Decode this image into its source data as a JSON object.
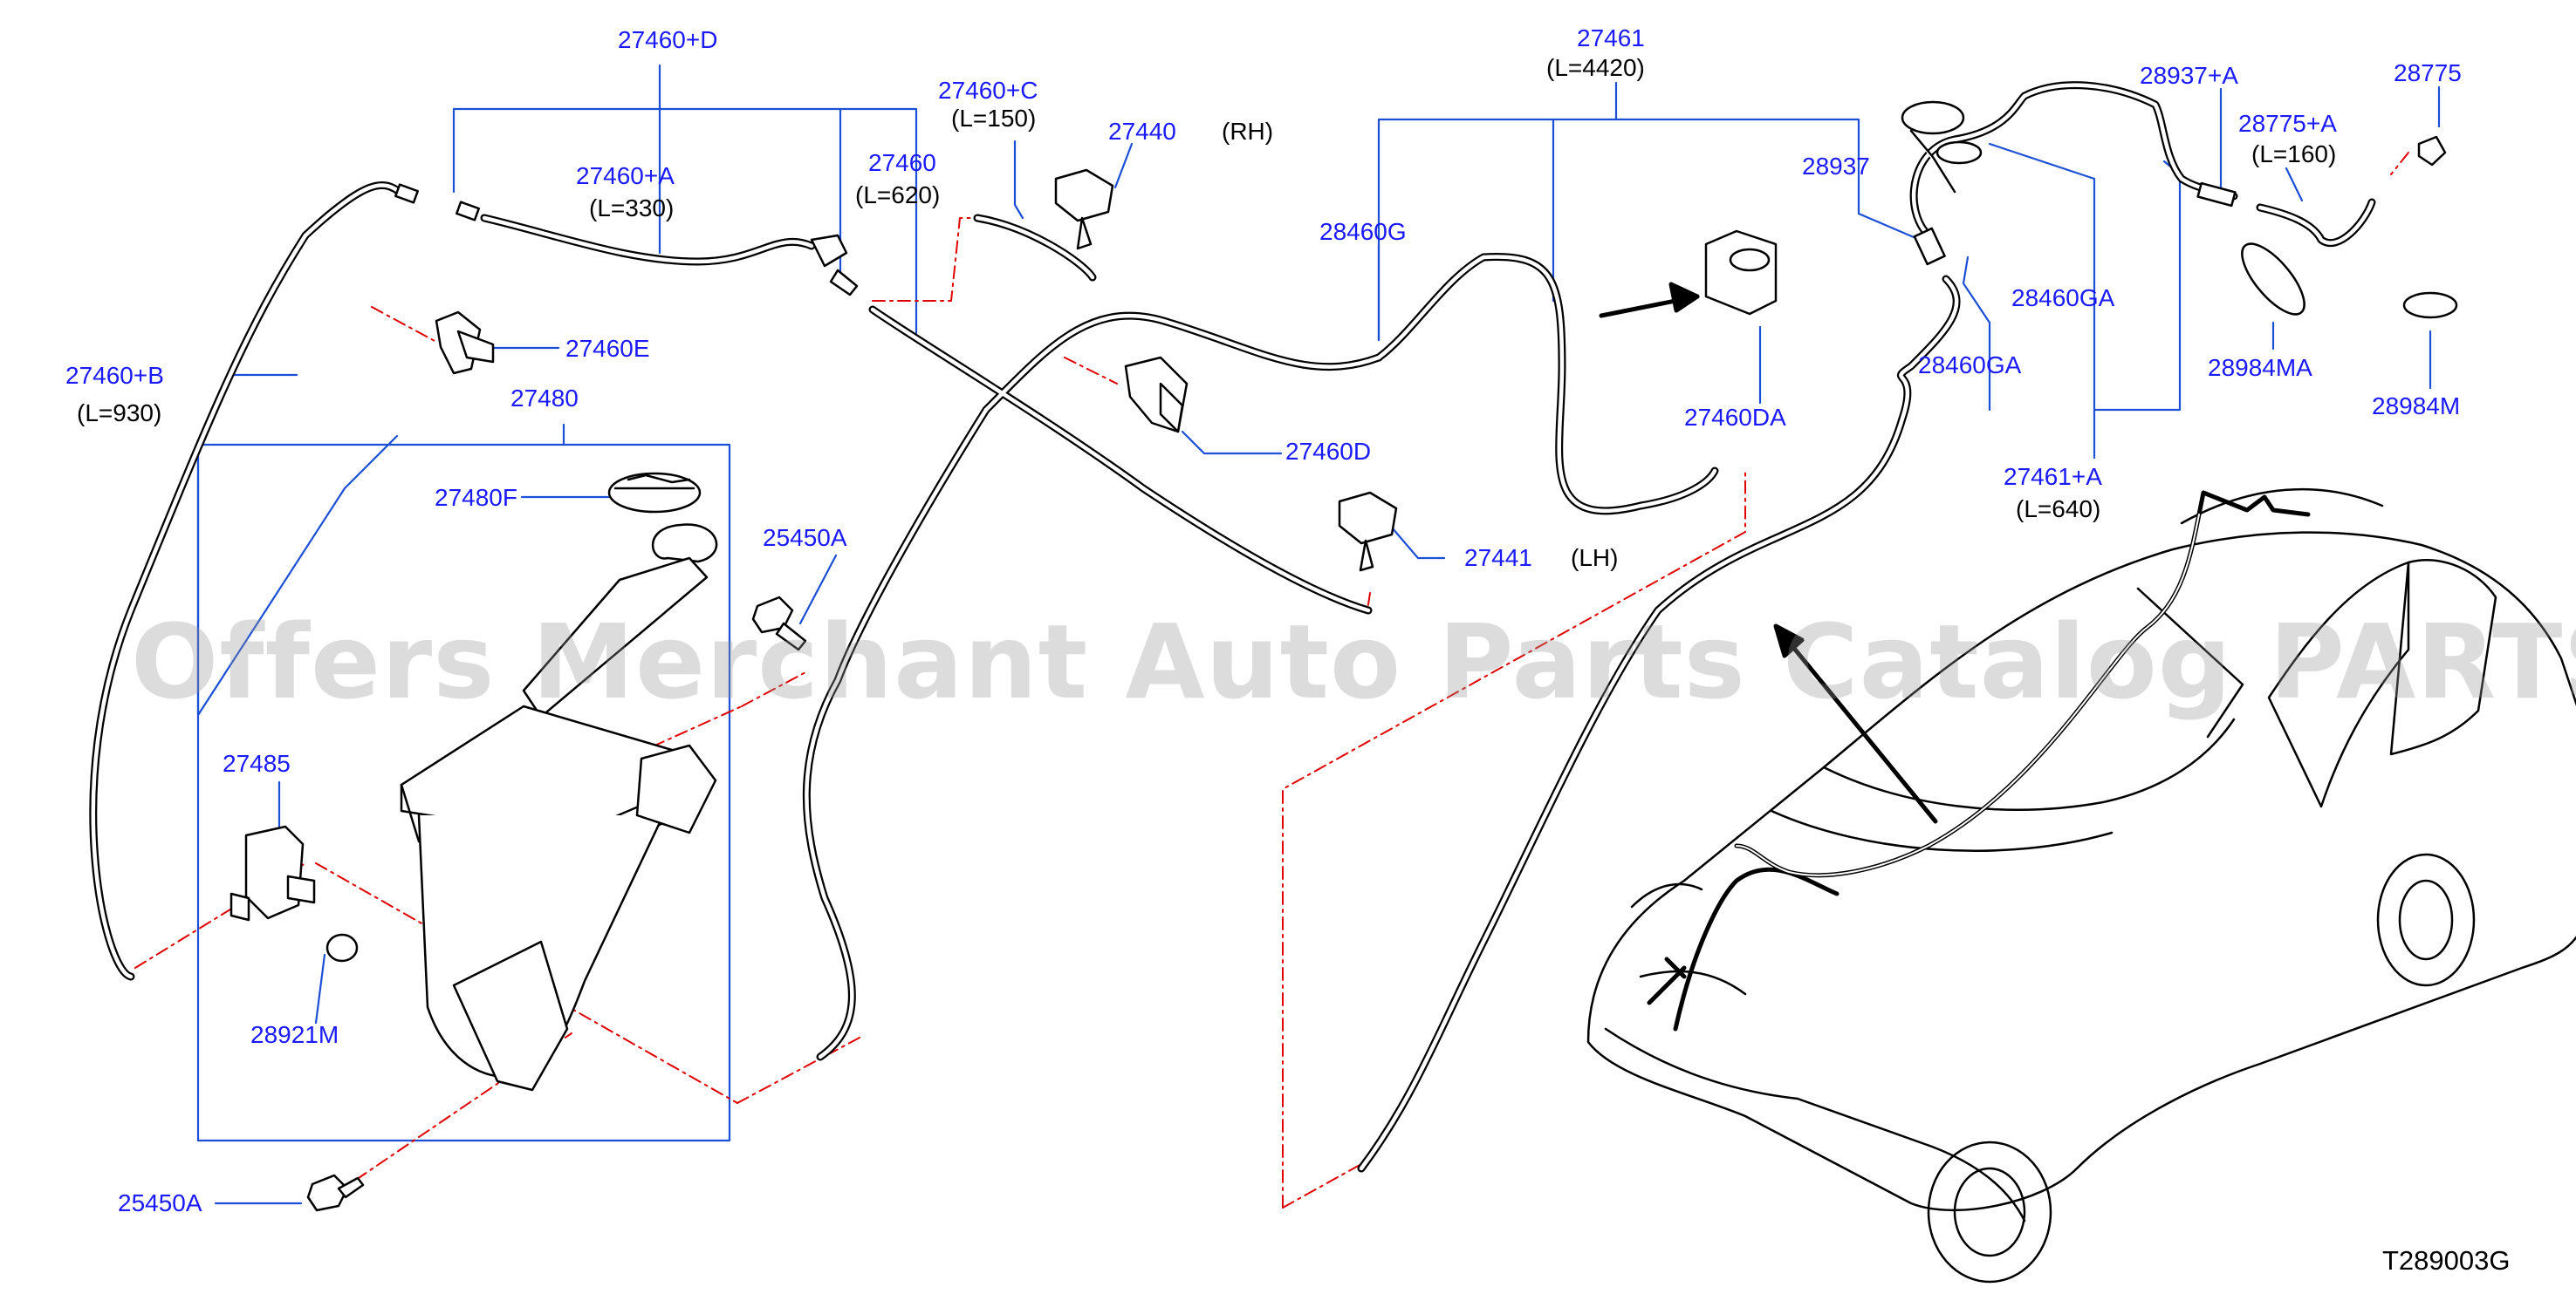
{
  "diagram": {
    "drawing_code": "T289003G",
    "watermark": "Offers Merchant Auto Parts Catalog PARTSTORE.SA",
    "colors": {
      "label": "#1a1aff",
      "callout": "#1a4fd6",
      "phantom": "#e00000",
      "line": "#000000"
    },
    "notes": {
      "rh": "(RH)",
      "lh": "(LH)"
    },
    "labels": {
      "p27460D_top": "27460+D",
      "p27460C": "27460+C",
      "p27460C_len": "(L=150)",
      "p27440": "27440",
      "p27460A": "27460+A",
      "p27460A_len": "(L=330)",
      "p27460": "27460",
      "p27460_len": "(L=620)",
      "p27460B": "27460+B",
      "p27460B_len": "(L=930)",
      "p27460E": "27460E",
      "p27480": "27480",
      "p27480F": "27480F",
      "p25450A_top": "25450A",
      "p27485": "27485",
      "p28921M": "28921M",
      "p25450A_bot": "25450A",
      "p27461": "27461",
      "p27461_len": "(L=4420)",
      "p28460G": "28460G",
      "p27460D": "27460D",
      "p27441": "27441",
      "p27460DA": "27460DA",
      "p28937": "28937",
      "p28460GA_1": "28460GA",
      "p28460GA_2": "28460GA",
      "p27461A": "27461+A",
      "p27461A_len": "(L=640)",
      "p28937A": "28937+A",
      "p28775A": "28775+A",
      "p28775A_len": "(L=160)",
      "p28775": "28775",
      "p28984MA": "28984MA",
      "p28984M": "28984M"
    }
  }
}
